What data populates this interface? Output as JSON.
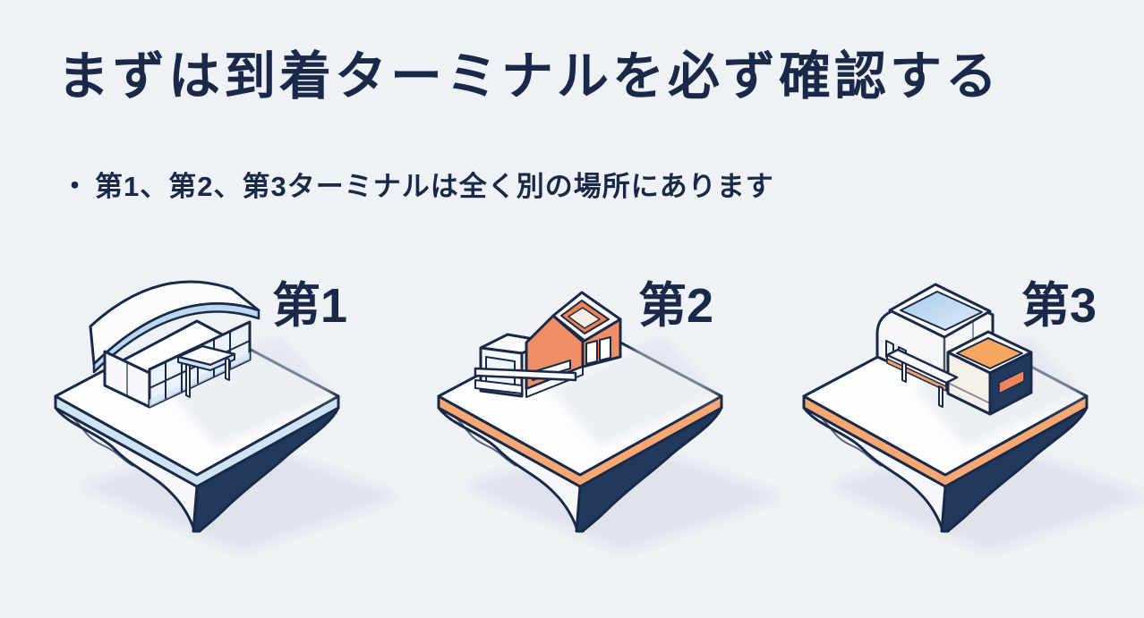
{
  "slide": {
    "title": "まずは到着ターミナルを必ず確認する",
    "bullet": {
      "marker": "・",
      "text": "第1、第2、第3ターミナルは全く別の場所にあります"
    }
  },
  "terminals": [
    {
      "label": "第1",
      "accent": "#cfe3f5"
    },
    {
      "label": "第2",
      "accent": "#f5a873"
    },
    {
      "label": "第3",
      "accent": "#f5a873"
    }
  ],
  "colors": {
    "background": "#eef1f6",
    "ink": "#1a2947",
    "rock": "#20395c",
    "shadow": "#dce0e8",
    "rim_blue": "#cfe3f5",
    "rim_orange": "#f5a873",
    "fascia_blue": "#bcd8ef",
    "glass_blue": "#a9ccec",
    "building_orange": "#ef8f68",
    "roof_orange": "#f7a75f",
    "slot_orange": "#f2845c"
  }
}
